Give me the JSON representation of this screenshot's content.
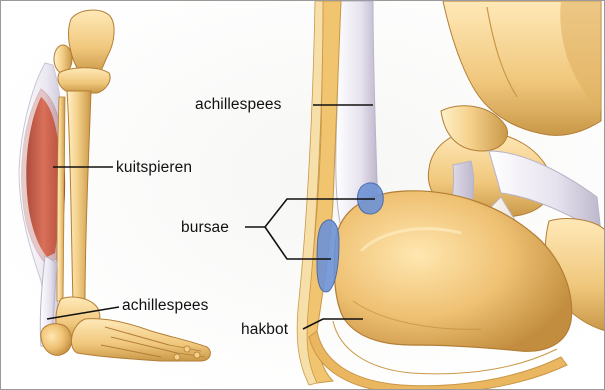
{
  "labels": {
    "achillespees_right": "achillespees",
    "kuitspieren": "kuitspieren",
    "bursae": "bursae",
    "achillespees_left": "achillespees",
    "hakbot": "hakbot"
  },
  "colors": {
    "bone": "#f2cd84",
    "bone_shadow": "#c99848",
    "bone_outline": "#b37e35",
    "muscle": "#c9503a",
    "tendon": "#eeeaf2",
    "tendon_outline": "#b8b3c8",
    "bursa_blue": "#6d93d6",
    "skin_layer": "#e8b45e",
    "leader_line": "#111111"
  }
}
